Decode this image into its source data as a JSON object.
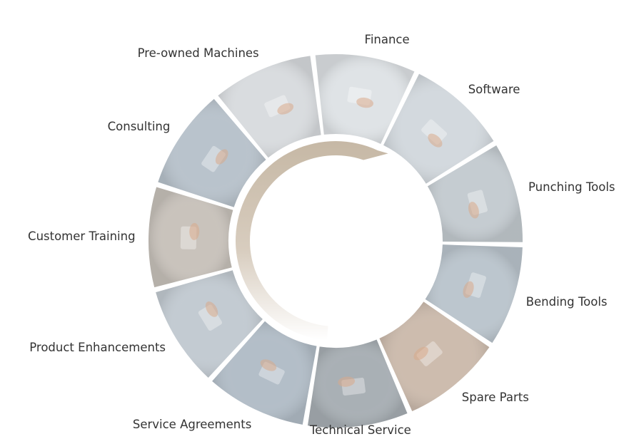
{
  "services": [
    {
      "id": "finance",
      "label": "Finance",
      "icon": "calculator-photo-icon",
      "color": "#dfe3e6"
    },
    {
      "id": "software",
      "label": "Software",
      "icon": "laptop-photo-icon",
      "color": "#d3d9de"
    },
    {
      "id": "punching-tools",
      "label": "Punching Tools",
      "icon": "punch-tool-photo-icon",
      "color": "#c5ccd1"
    },
    {
      "id": "bending-tools",
      "label": "Bending Tools",
      "icon": "bending-tool-photo-icon",
      "color": "#bcc6ce"
    },
    {
      "id": "spare-parts",
      "label": "Spare Parts",
      "icon": "spare-parts-box-photo-icon",
      "color": "#cdbcae"
    },
    {
      "id": "technical-service",
      "label": "Technical Service",
      "icon": "measuring-device-photo-icon",
      "color": "#a9b0b5"
    },
    {
      "id": "service-agreements",
      "label": "Service Agreements",
      "icon": "handshake-photo-icon",
      "color": "#b3bec8"
    },
    {
      "id": "product-enhancements",
      "label": "Product Enhancements",
      "icon": "touchscreen-photo-icon",
      "color": "#c3cbd2"
    },
    {
      "id": "customer-training",
      "label": "Customer Training",
      "icon": "training-photo-icon",
      "color": "#c9c3bc"
    },
    {
      "id": "consulting",
      "label": "Consulting",
      "icon": "consulting-photo-icon",
      "color": "#b9c3cc"
    },
    {
      "id": "pre-owned-machines",
      "label": "Pre-owned Machines",
      "icon": "machine-label-photo-icon",
      "color": "#d9dcdf"
    }
  ],
  "colors": {
    "arc_start": "#c6b8a5",
    "arc_end": "#ffffff",
    "label": "#333333",
    "gap": "#ffffff"
  }
}
